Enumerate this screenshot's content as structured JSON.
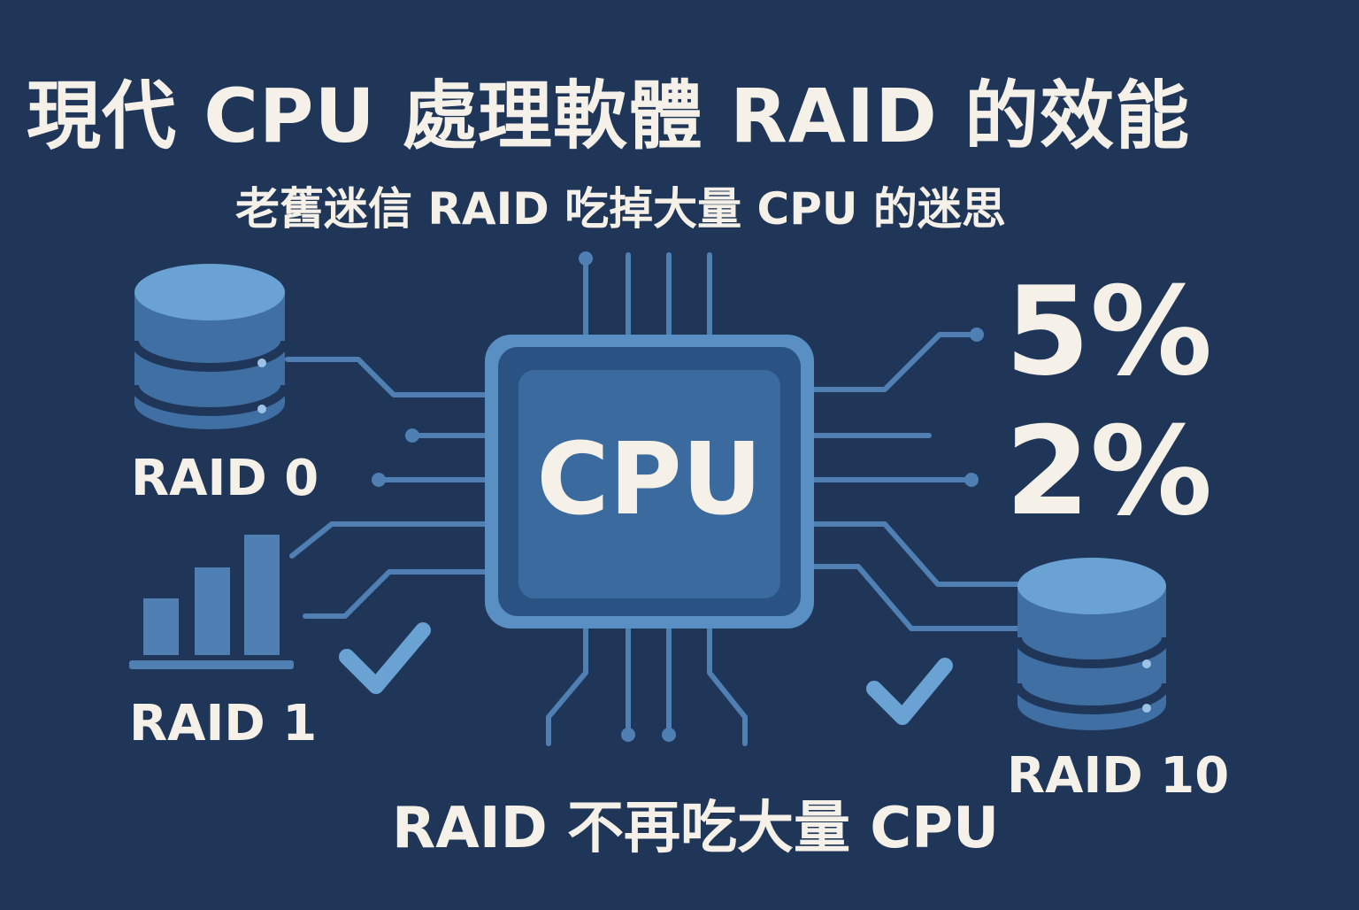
{
  "title": "現代 CPU 處理軟體 RAID 的效能",
  "subtitle": "老舊迷信 RAID 吃掉大量 CPU 的迷思",
  "cpu": {
    "label": "CPU"
  },
  "stats": {
    "value_1": "5%",
    "value_2": "2%"
  },
  "raid_labels": {
    "raid0": "RAID 0",
    "raid1": "RAID 1",
    "raid10": "RAID 10"
  },
  "footer": "RAID 不再吃大量 CPU",
  "icons": {
    "left_top": "database-icon",
    "left_bottom": "bar-chart-icon",
    "right": "database-icon",
    "checks": "checkmark-icon"
  },
  "colors": {
    "background": "#1f3659",
    "chip_outer": "#5a8fc4",
    "chip_inner": "#2f5f93",
    "trace": "#4f7fb3",
    "text": "#f5f1e8",
    "icon_light": "#6aa2d4",
    "icon_dark": "#3f6fa3"
  }
}
